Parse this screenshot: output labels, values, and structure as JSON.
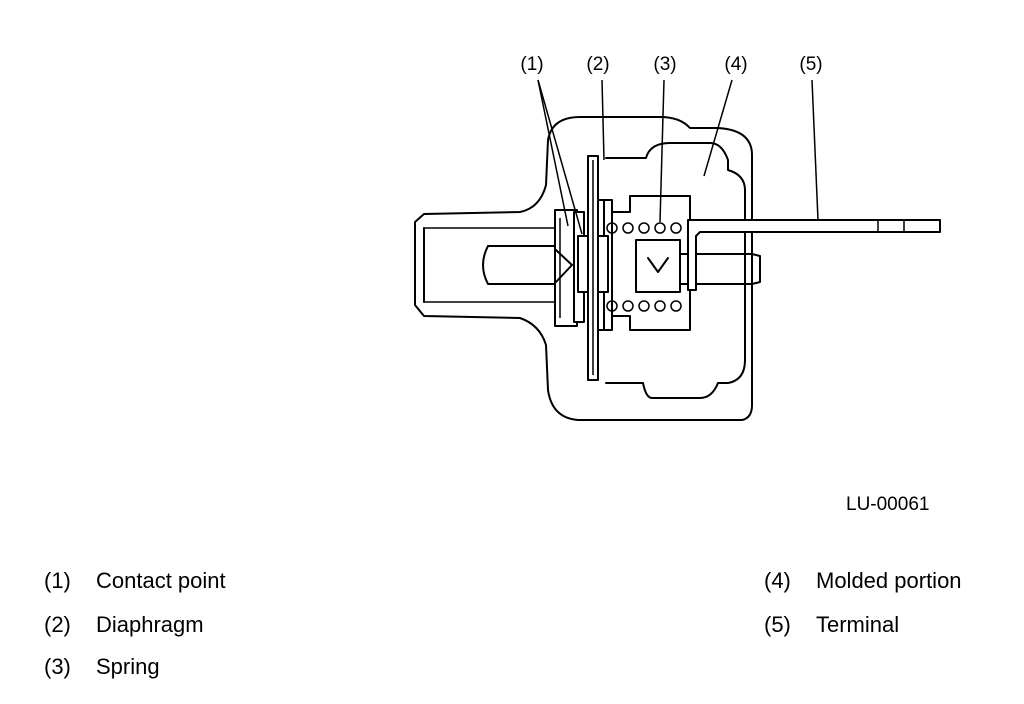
{
  "diagram": {
    "figure_id": "LU-00061",
    "callouts": [
      "(1)",
      "(2)",
      "(3)",
      "(4)",
      "(5)"
    ],
    "legend": [
      {
        "num": "(1)",
        "label": "Contact point"
      },
      {
        "num": "(2)",
        "label": "Diaphragm"
      },
      {
        "num": "(3)",
        "label": "Spring"
      },
      {
        "num": "(4)",
        "label": "Molded portion"
      },
      {
        "num": "(5)",
        "label": "Terminal"
      }
    ]
  }
}
